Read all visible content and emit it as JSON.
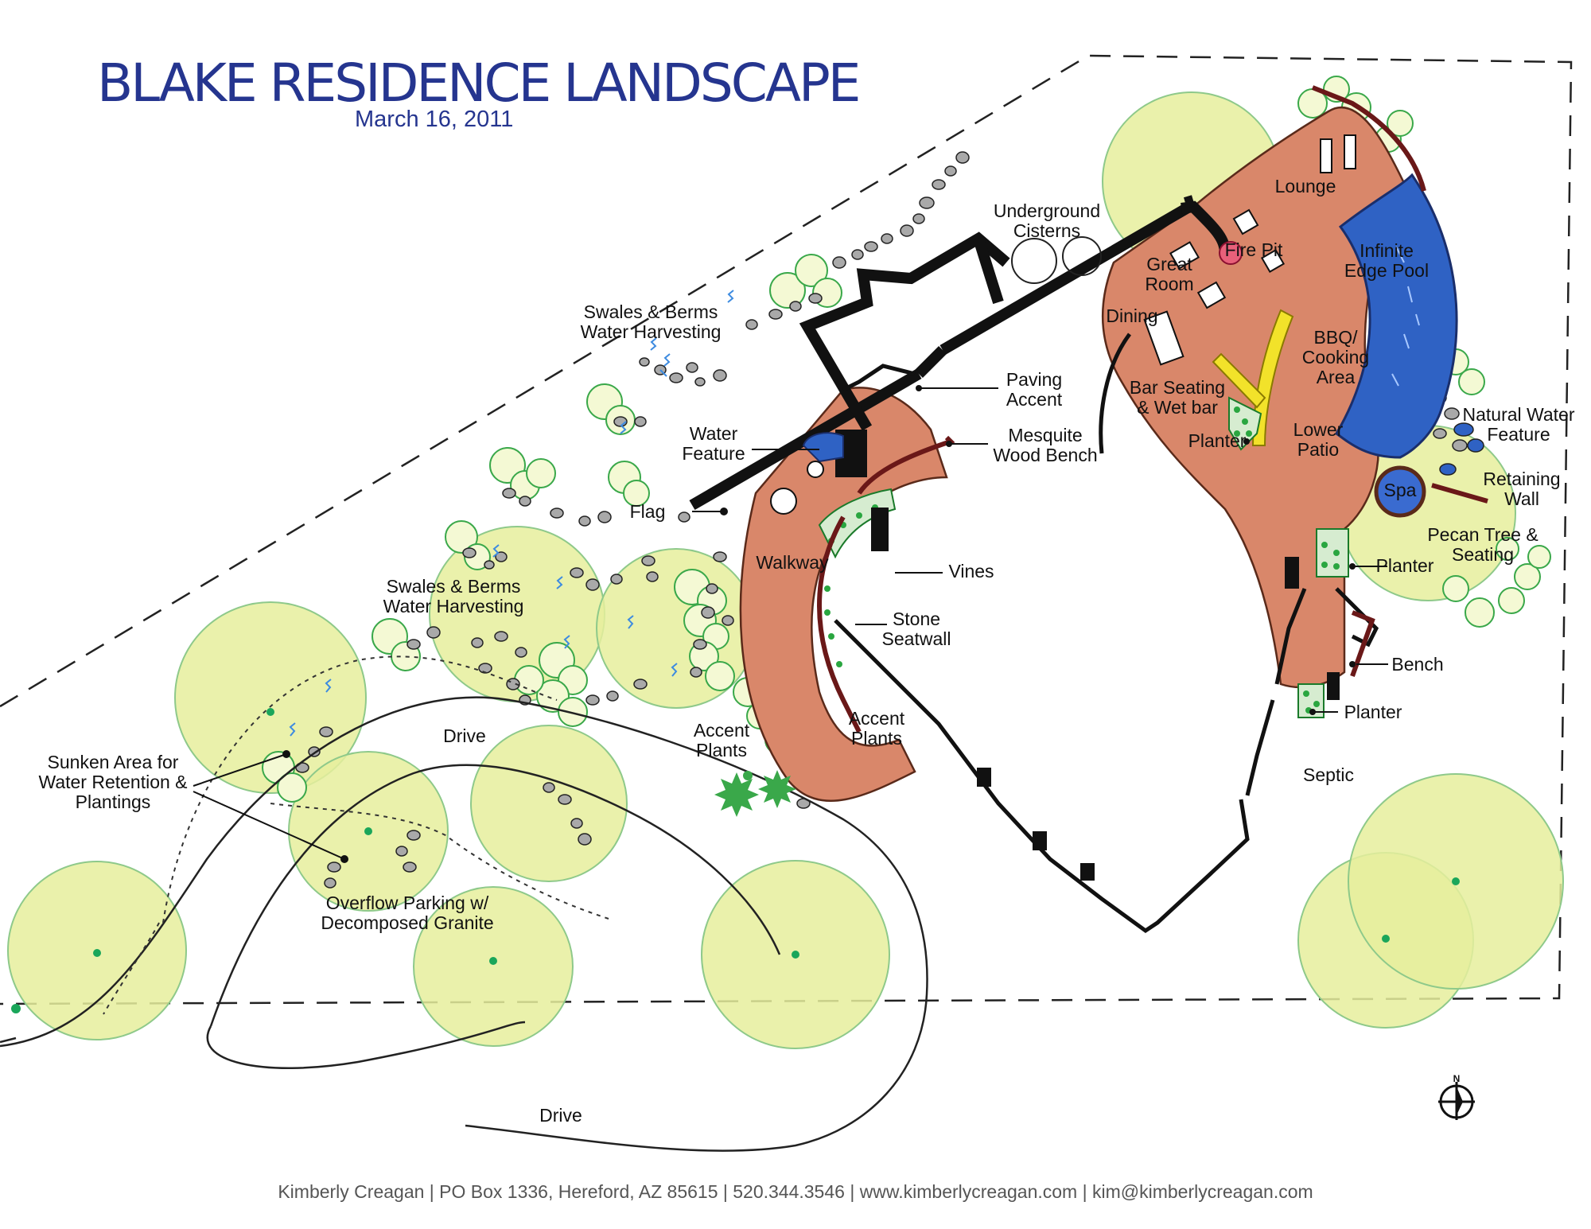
{
  "header": {
    "title": "BLAKE RESIDENCE LANDSCAPE",
    "date": "March 16, 2011"
  },
  "footer": {
    "contact": "Kimberly Creagan | PO Box 1336, Hereford, AZ 85615 | 520.344.3546 | www.kimberlycreagan.com | kim@kimberlycreagan.com"
  },
  "compass": {
    "north": "N"
  },
  "colors": {
    "paving": "#d9876a",
    "pool": "#2f62c4",
    "tree_fill": "#e6ee9c",
    "tree_stroke": "#8ec98a",
    "wall": "#111111",
    "shrub": "#3aa84a",
    "accent_yellow": "#f2e22a",
    "title_blue": "#25358f",
    "swale_blue": "#3d8be0"
  },
  "labels": {
    "underground_cisterns": [
      "Underground",
      "Cisterns"
    ],
    "lounge": [
      "Lounge"
    ],
    "fire_pit": [
      "Fire Pit"
    ],
    "great_room": [
      "Great",
      "Room"
    ],
    "infinite_edge_pool": [
      "Infinite",
      "Edge Pool"
    ],
    "dining": [
      "Dining"
    ],
    "bbq": [
      "BBQ/",
      "Cooking",
      "Area"
    ],
    "bar_seating": [
      "Bar Seating",
      "& Wet bar"
    ],
    "natural_water_feature": [
      "Natural Water",
      "Feature"
    ],
    "planter_top": [
      "Planter"
    ],
    "lower_patio": [
      "Lower",
      "Patio"
    ],
    "retaining_wall": [
      "Retaining",
      "Wall"
    ],
    "spa": [
      "Spa"
    ],
    "pecan_tree": [
      "Pecan Tree &",
      "Seating"
    ],
    "planter_mid": [
      "Planter"
    ],
    "bench": [
      "Bench"
    ],
    "planter_low": [
      "Planter"
    ],
    "septic": [
      "Septic"
    ],
    "paving_accent": [
      "Paving",
      "Accent"
    ],
    "mesquite_bench": [
      "Mesquite",
      "Wood Bench"
    ],
    "water_feature": [
      "Water",
      "Feature"
    ],
    "flag": [
      "Flag"
    ],
    "walkway": [
      "Walkway"
    ],
    "vines": [
      "Vines"
    ],
    "stone_seatwall": [
      "Stone",
      "Seatwall"
    ],
    "accent_plants_inner": [
      "Accent",
      "Plants"
    ],
    "accent_plants_outer": [
      "Accent",
      "Plants"
    ],
    "swales_upper": [
      "Swales & Berms",
      "Water Harvesting"
    ],
    "swales_lower": [
      "Swales & Berms",
      "Water Harvesting"
    ],
    "drive_upper": [
      "Drive"
    ],
    "drive_lower": [
      "Drive"
    ],
    "sunken_area": [
      "Sunken Area for",
      "Water Retention &",
      "Plantings"
    ],
    "overflow_parking": [
      "Overflow Parking w/",
      "Decomposed Granite"
    ]
  }
}
